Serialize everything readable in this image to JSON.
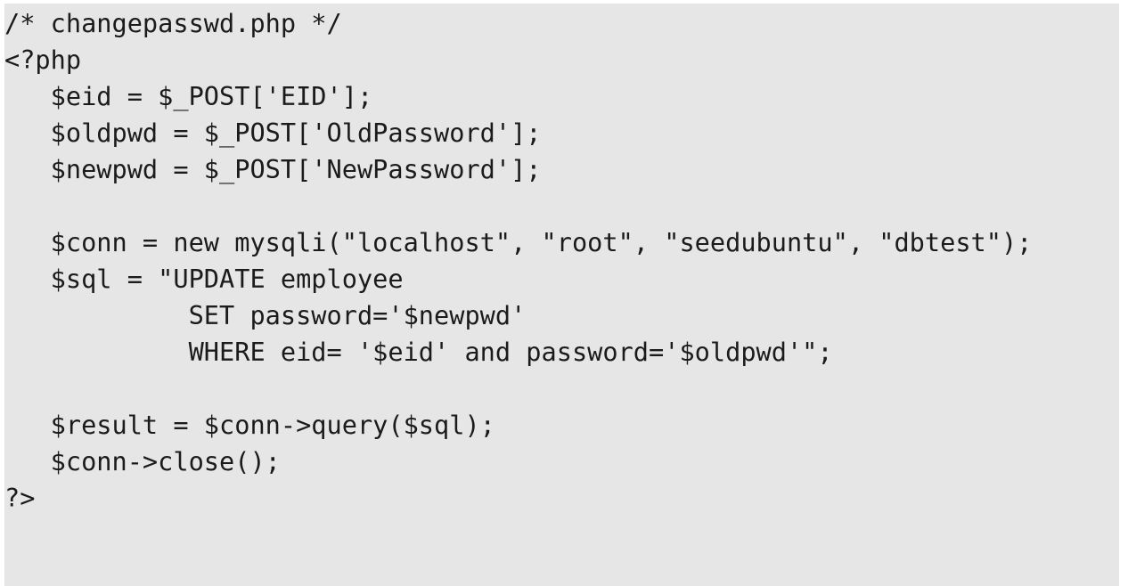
{
  "document": {
    "kind": "code-listing",
    "language": "php",
    "file_name": "changepasswd.php",
    "background_color": "#e6e6e6",
    "text_color": "#1b1b1b",
    "page_background_color": "#ffffff",
    "line_count": 14,
    "indent_unit_spaces": 3
  },
  "code": {
    "lines": [
      "/* changepasswd.php */",
      "<?php",
      "   $eid = $_POST['EID'];",
      "   $oldpwd = $_POST['OldPassword'];",
      "   $newpwd = $_POST['NewPassword'];",
      "",
      "   $conn = new mysqli(\"localhost\", \"root\", \"seedubuntu\", \"dbtest\");",
      "   $sql = \"UPDATE employee",
      "            SET password='$newpwd'",
      "            WHERE eid= '$eid' and password='$oldpwd'\";",
      "",
      "   $result = $conn->query($sql);",
      "   $conn->close();",
      "?>"
    ]
  }
}
